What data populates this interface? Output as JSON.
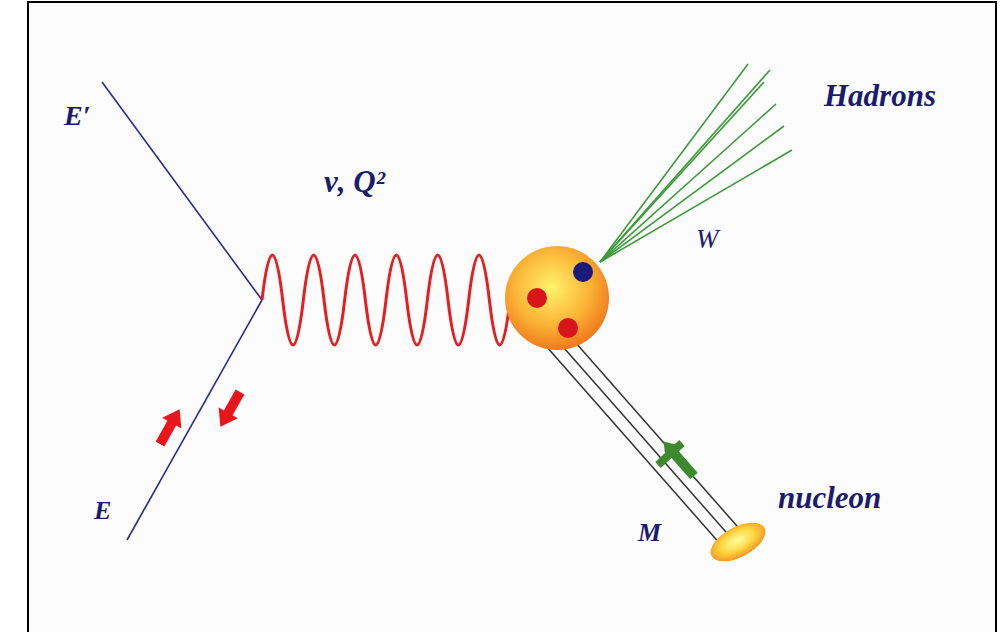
{
  "diagram": {
    "labels": [
      "E′",
      "ν, Q²",
      "Hadrons",
      "W",
      "E",
      "M",
      "nucleon"
    ]
  }
}
